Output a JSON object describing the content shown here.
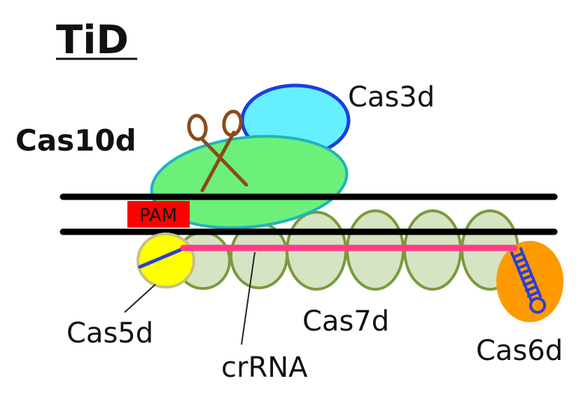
{
  "title": "TiD",
  "labels": {
    "cas10d": "Cas10d",
    "cas3d": "Cas3d",
    "pam": "PAM",
    "cas5d": "Cas5d",
    "cas7d": "Cas7d",
    "crrna": "crRNA",
    "cas6d": "Cas6d"
  },
  "colors": {
    "cas3d_fill": "#66f0ff",
    "cas3d_stroke": "#1a3fe0",
    "cas10d_fill": "#6df07a",
    "cas10d_stroke": "#1fb3c0",
    "cas7d_fill": "#d6e4c4",
    "cas7d_stroke": "#7a9a3c",
    "cas5d_fill": "#ffff00",
    "cas5d_stroke": "#c9bf86",
    "cas6d_fill": "#ff9900",
    "pam_fill": "#ff0000",
    "crrna": "#ff3d8a",
    "rna_hairpin": "#2a3ed8",
    "dna": "#000000",
    "scissors": "#8a4a1c"
  },
  "icons": [
    "scissors-icon"
  ]
}
